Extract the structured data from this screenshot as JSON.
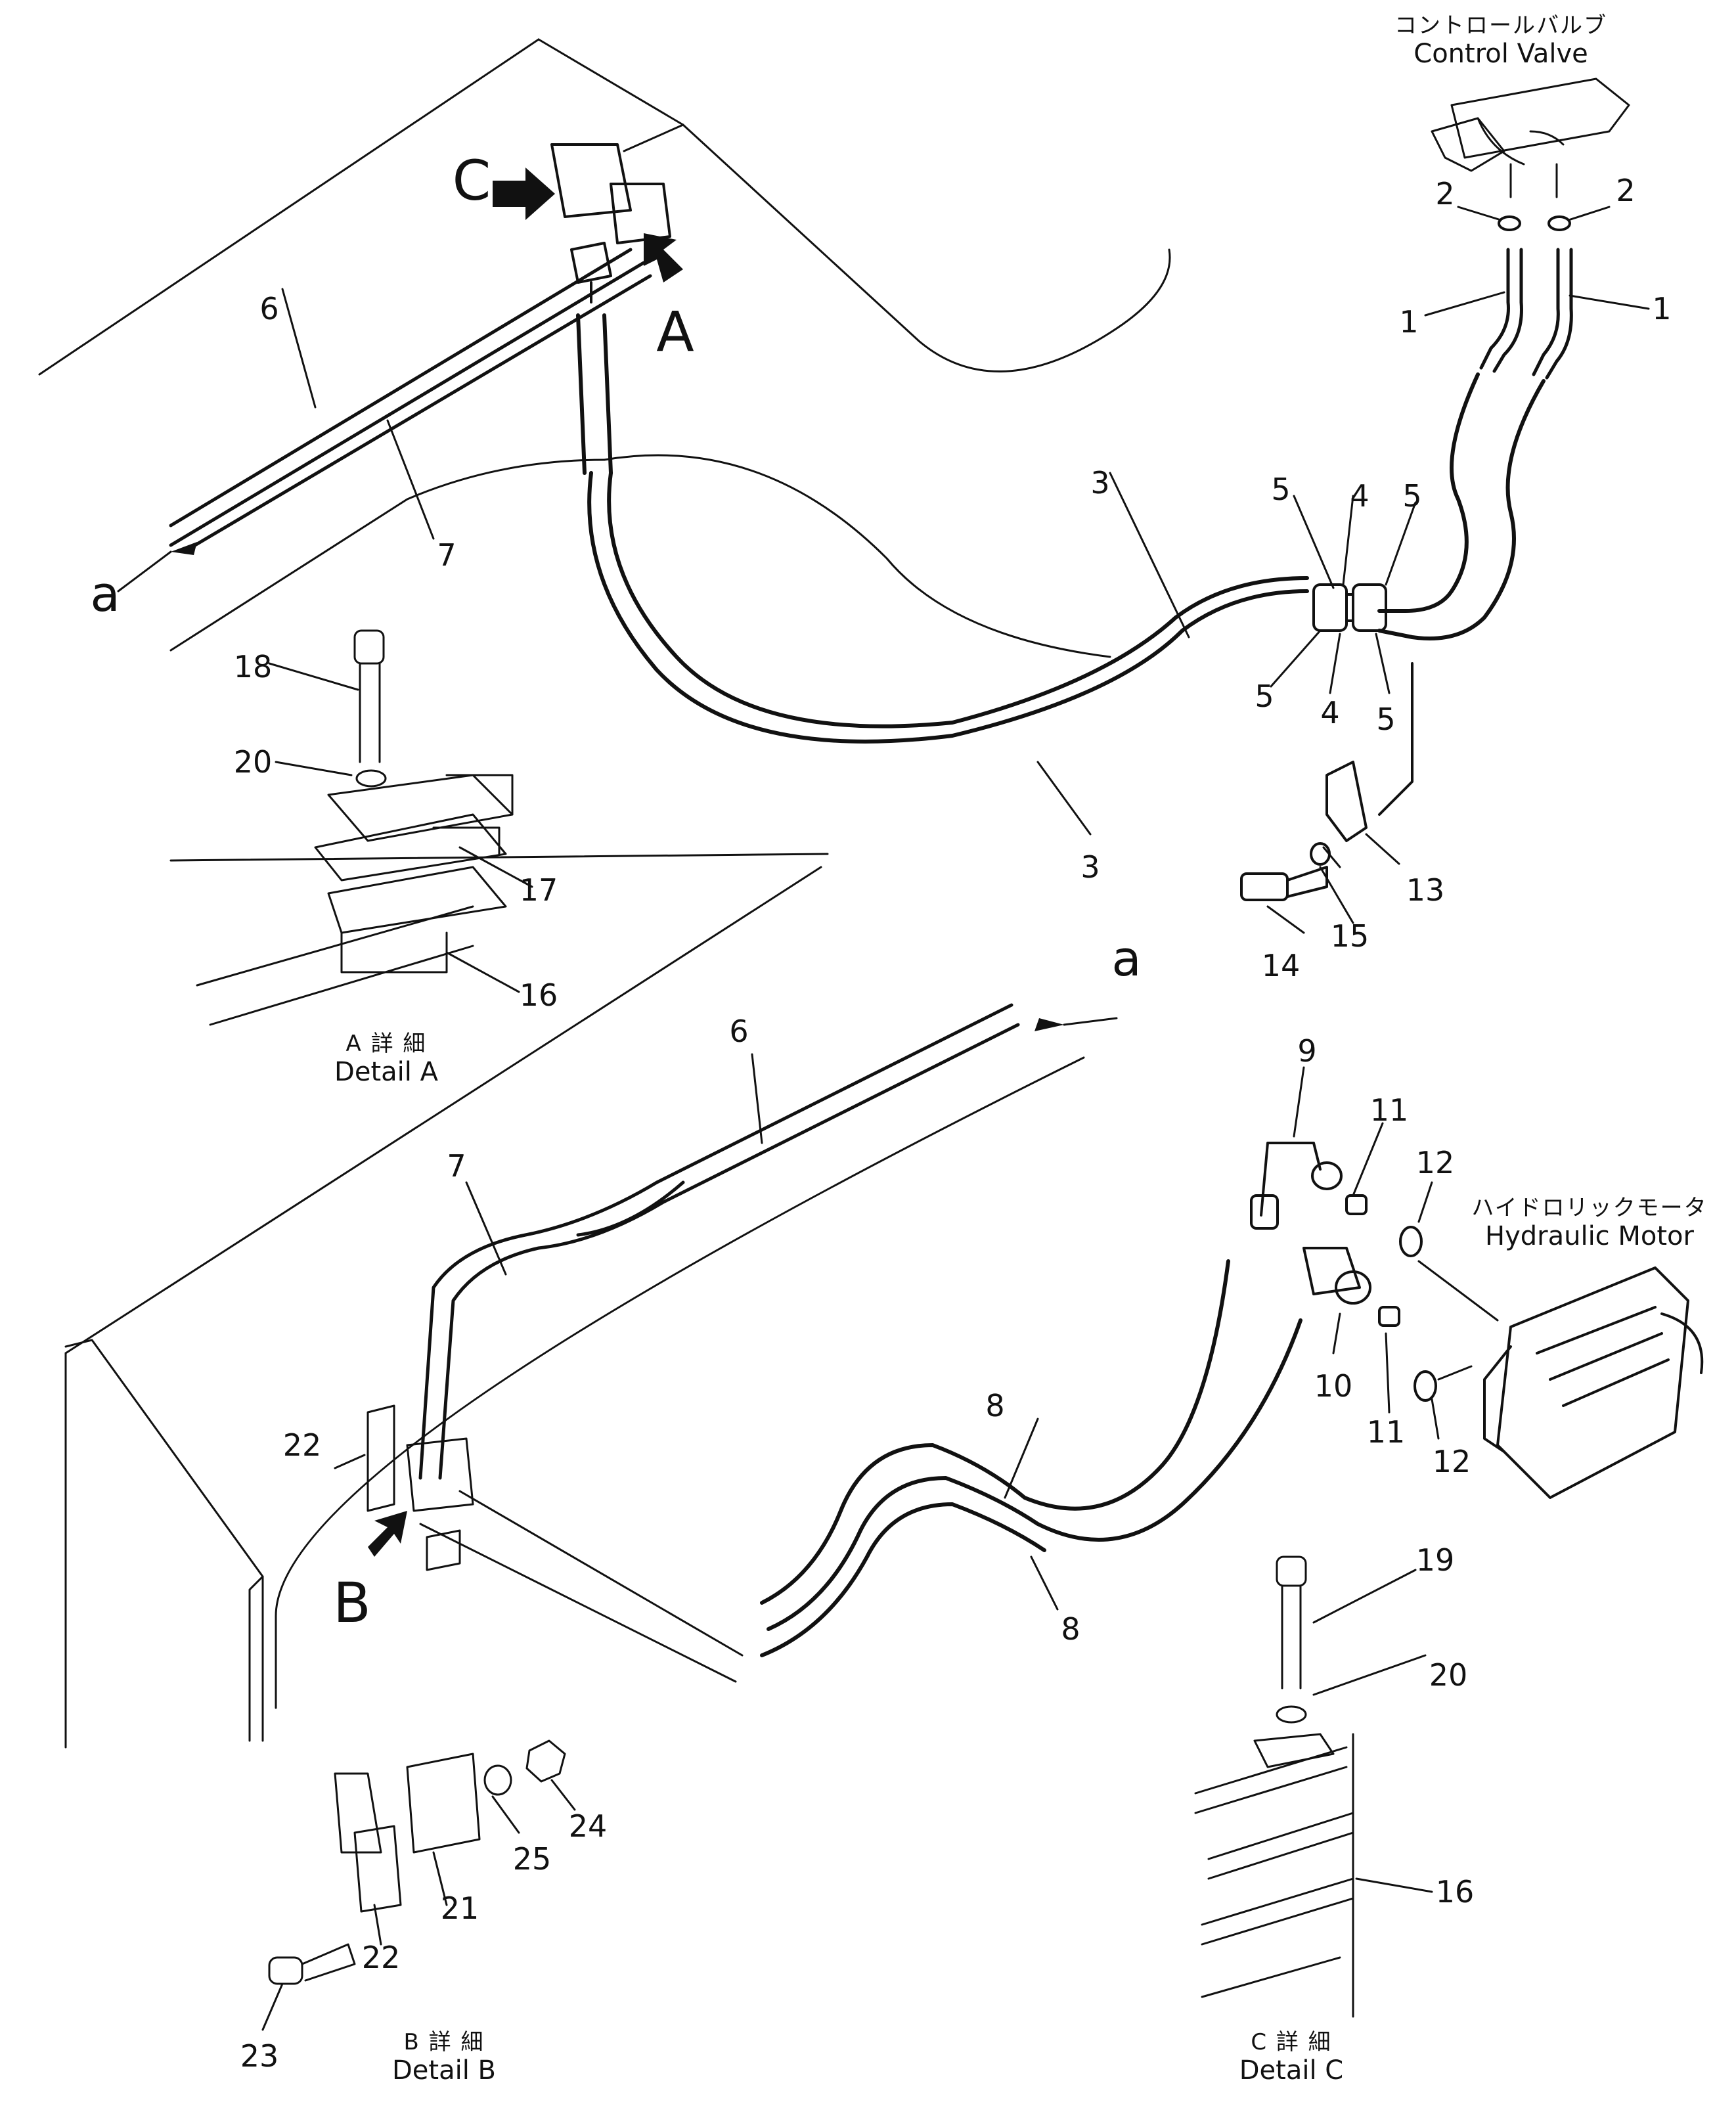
{
  "callouts": [
    {
      "id": "c1a",
      "text": "1"
    },
    {
      "id": "c1b",
      "text": "1"
    },
    {
      "id": "c2a",
      "text": "2"
    },
    {
      "id": "c2b",
      "text": "2"
    },
    {
      "id": "c3a",
      "text": "3"
    },
    {
      "id": "c3b",
      "text": "3"
    },
    {
      "id": "c4a",
      "text": "4"
    },
    {
      "id": "c4b",
      "text": "4"
    },
    {
      "id": "c5a",
      "text": "5"
    },
    {
      "id": "c5b",
      "text": "5"
    },
    {
      "id": "c5c",
      "text": "5"
    },
    {
      "id": "c5d",
      "text": "5"
    },
    {
      "id": "c6a",
      "text": "6"
    },
    {
      "id": "c6b",
      "text": "6"
    },
    {
      "id": "c7a",
      "text": "7"
    },
    {
      "id": "c7b",
      "text": "7"
    },
    {
      "id": "c8a",
      "text": "8"
    },
    {
      "id": "c8b",
      "text": "8"
    },
    {
      "id": "c9",
      "text": "9"
    },
    {
      "id": "c10",
      "text": "10"
    },
    {
      "id": "c11a",
      "text": "11"
    },
    {
      "id": "c11b",
      "text": "11"
    },
    {
      "id": "c12a",
      "text": "12"
    },
    {
      "id": "c12b",
      "text": "12"
    },
    {
      "id": "c13",
      "text": "13"
    },
    {
      "id": "c14",
      "text": "14"
    },
    {
      "id": "c15",
      "text": "15"
    },
    {
      "id": "c16a",
      "text": "16"
    },
    {
      "id": "c16b",
      "text": "16"
    },
    {
      "id": "c17",
      "text": "17"
    },
    {
      "id": "c18",
      "text": "18"
    },
    {
      "id": "c19",
      "text": "19"
    },
    {
      "id": "c20a",
      "text": "20"
    },
    {
      "id": "c20b",
      "text": "20"
    },
    {
      "id": "c21",
      "text": "21"
    },
    {
      "id": "c22a",
      "text": "22"
    },
    {
      "id": "c22b",
      "text": "22"
    },
    {
      "id": "c23",
      "text": "23"
    },
    {
      "id": "c24",
      "text": "24"
    },
    {
      "id": "c25",
      "text": "25"
    },
    {
      "id": "ca1",
      "text": "a"
    },
    {
      "id": "ca2",
      "text": "a"
    }
  ],
  "view_markers": {
    "A": "A",
    "B": "B",
    "C": "C"
  },
  "captions": {
    "control_valve": {
      "jp": "コントロールバルブ",
      "en": "Control Valve"
    },
    "hydraulic_motor": {
      "jp": "ハイドロリックモータ",
      "en": "Hydraulic Motor"
    },
    "detail_a": {
      "jp": "A 詳 細",
      "en": "Detail A"
    },
    "detail_b": {
      "jp": "B 詳 細",
      "en": "Detail B"
    },
    "detail_c": {
      "jp": "C 詳 細",
      "en": "Detail C"
    }
  }
}
